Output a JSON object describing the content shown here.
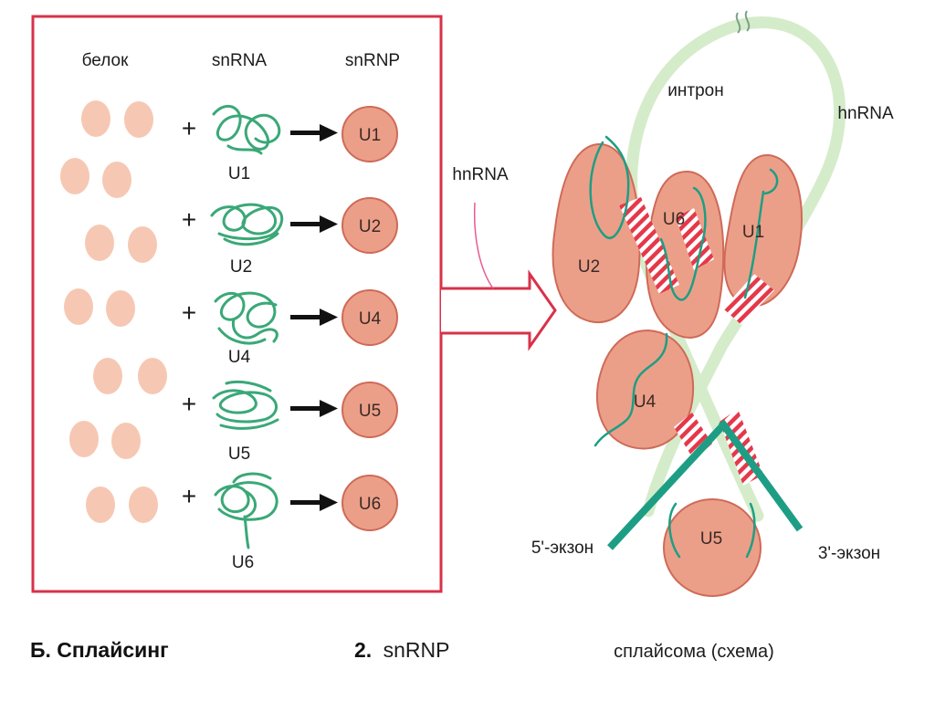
{
  "colors": {
    "frame": "#d8324a",
    "protein": "#f6c8b3",
    "snrnp_fill": "#ec9f88",
    "snrnp_stroke": "#cf6a58",
    "rna_strand": "#3aa877",
    "hnrna_band": "#d5ecca",
    "exon": "#1d9e84",
    "arrow": "#111111"
  },
  "panel": {
    "headers": {
      "protein": "белок",
      "snrna": "snRNA",
      "snrnp": "snRNP"
    },
    "plus": "+",
    "rows": [
      {
        "snrna_label": "U1",
        "snrnp_label": "U1"
      },
      {
        "snrna_label": "U2",
        "snrnp_label": "U2"
      },
      {
        "snrna_label": "U4",
        "snrnp_label": "U4"
      },
      {
        "snrna_label": "U5",
        "snrnp_label": "U5"
      },
      {
        "snrna_label": "U6",
        "snrnp_label": "U6"
      }
    ]
  },
  "arrow_label": "hnRNA",
  "spliceosome": {
    "intron": "интрон",
    "hnrna": "hnRNA",
    "exon5": "5'-экзон",
    "exon3": "3'-экзон",
    "u2": "U2",
    "u6": "U6",
    "u1": "U1",
    "u4": "U4",
    "u5": "U5",
    "caption": "сплайсома (схема)"
  },
  "captions": {
    "left": "Б. Сплайсинг",
    "mid_num": "2.",
    "mid_text": "snRNP"
  }
}
